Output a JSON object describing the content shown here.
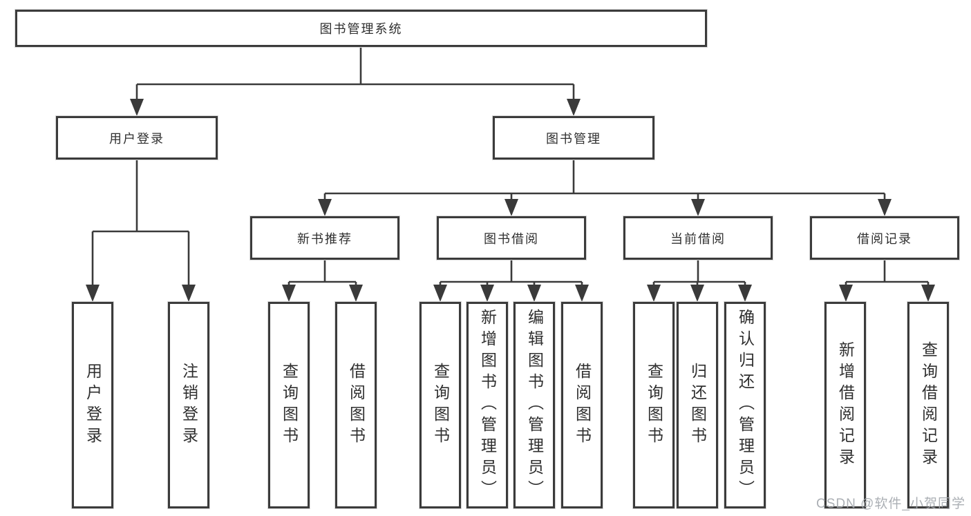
{
  "diagram": {
    "colors": {
      "line": "#3a3a3a",
      "box_border": "#3b3b3b",
      "text": "#2f2f2f",
      "watermark": "#a4a8ae"
    },
    "tree": {
      "label": "图书管理系统",
      "children": [
        {
          "label": "用户登录",
          "children": [
            {
              "label": "用户登录"
            },
            {
              "label": "注销登录"
            }
          ]
        },
        {
          "label": "图书管理",
          "children": [
            {
              "label": "新书推荐",
              "children": [
                {
                  "label": "查询图书"
                },
                {
                  "label": "借阅图书"
                }
              ]
            },
            {
              "label": "图书借阅",
              "children": [
                {
                  "label": "查询图书"
                },
                {
                  "label": "新增图书（管理员）"
                },
                {
                  "label": "编辑图书（管理员）"
                },
                {
                  "label": "借阅图书"
                }
              ]
            },
            {
              "label": "当前借阅",
              "children": [
                {
                  "label": "查询图书"
                },
                {
                  "label": "归还图书"
                },
                {
                  "label": "确认归还（管理员）"
                }
              ]
            },
            {
              "label": "借阅记录",
              "children": [
                {
                  "label": "新增借阅记录"
                },
                {
                  "label": "查询借阅记录"
                }
              ]
            }
          ]
        }
      ]
    },
    "watermark": {
      "text": "CSDN @软件_小贺同学"
    }
  }
}
